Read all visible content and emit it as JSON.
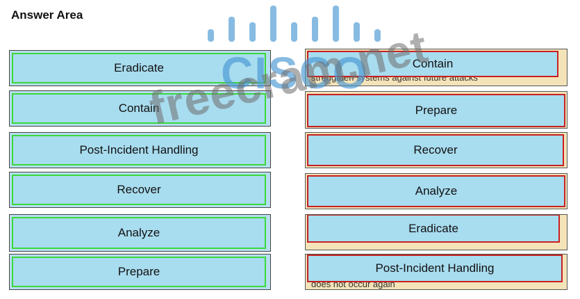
{
  "title": "Answer Area",
  "left_items": [
    {
      "label": "Eradicate"
    },
    {
      "label": "Contain"
    },
    {
      "label": "Post-Incident Handling"
    },
    {
      "label": "Recover"
    },
    {
      "label": "Analyze"
    },
    {
      "label": "Prepare"
    }
  ],
  "right_slots": [
    {
      "hint": "strengthen systems against future attacks",
      "answer": "Contain"
    },
    {
      "hint": "",
      "answer": "Prepare"
    },
    {
      "hint": "",
      "answer": "Recover"
    },
    {
      "hint": "",
      "answer": "Analyze"
    },
    {
      "hint": "",
      "answer": "Eradicate"
    },
    {
      "hint": "does not occur again",
      "answer": "Post-Incident Handling"
    }
  ],
  "watermark": {
    "brand": "CISCO",
    "site": "freecram.net",
    "brand_color": "#4696d2",
    "site_color": "#6e6e6e"
  },
  "colors": {
    "item_fill": "#a8dcef",
    "source_border": "#3bd83b",
    "target_border": "#c82020",
    "slot_fill": "#f4e3b8"
  }
}
